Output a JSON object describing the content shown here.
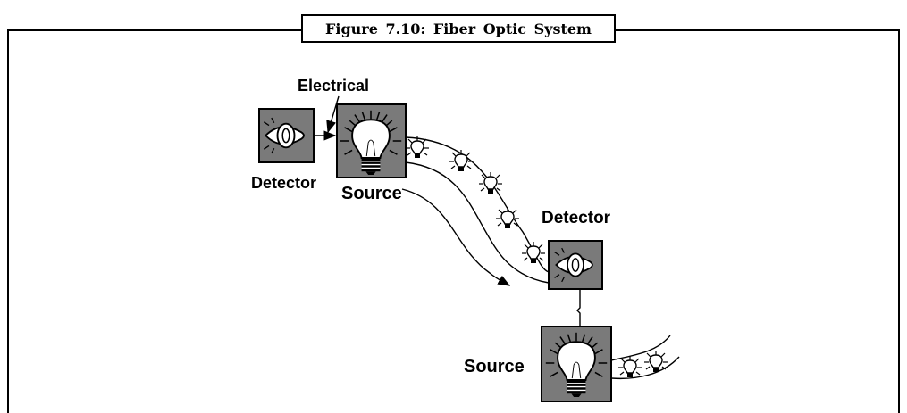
{
  "figure": {
    "caption": "Figure 7.10: Fiber Optic System"
  },
  "labels": {
    "electrical": "Electrical",
    "detector_left": "Detector",
    "source_top": "Source",
    "detector_mid": "Detector",
    "source_bottom": "Source"
  },
  "colors": {
    "box_fill": "#7a7a7a",
    "line": "#000000",
    "background": "#ffffff"
  },
  "icons": {
    "source": "light-bulb-icon",
    "detector": "eye-icon",
    "photon": "small-bulb-icon"
  }
}
